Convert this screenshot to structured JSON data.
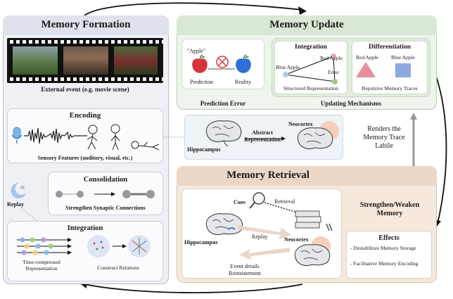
{
  "formation": {
    "title": "Memory Formation",
    "event_caption": "External event (e.g. movie scene)",
    "encoding": {
      "title": "Encoding",
      "caption": "Sensory Features (auditory, visual, etc.)"
    },
    "consolidation": {
      "title": "Consolidation",
      "caption": "Strengthen Synaptic Connections",
      "side_label": "Replay"
    },
    "integration": {
      "title": "Integration",
      "left_caption": "Time-compressed Representation",
      "right_caption": "Construct Relations"
    }
  },
  "update": {
    "title": "Memory Update",
    "prediction": {
      "apple_label": "\"Apple\"",
      "prediction": "Prediction",
      "reality": "Reality",
      "caption": "Prediction Error"
    },
    "integration": {
      "title": "Integration",
      "red_apple": "Red Apple",
      "blue_apple": "Blue Apple",
      "error": "Error",
      "structured": "Structured Representation"
    },
    "differentiation": {
      "title": "Differentiation",
      "red_apple": "Red Apple",
      "blue_apple": "Blue Apple",
      "caption": "Repulsive Memory Traces"
    },
    "mechanisms_caption": "Updating Mechanisms",
    "hippocampus": "Hippocampus",
    "abstract": "Abstract Representation",
    "neocortex": "Neocortex",
    "side_note": "Renders the Memory Trace Labile"
  },
  "retrieval": {
    "title": "Memory Retrieval",
    "cues": "Cues",
    "retrieval": "Retrieval",
    "replay": "Replay",
    "hippocampus": "Hippocampus",
    "neocortex": "Neocortex",
    "reinstatement": "Event details Reinstatement",
    "strengthen": "Strengthen/Weaken Memory",
    "effects": {
      "title": "Effects",
      "items": [
        "Destabilizes Memory Storage",
        "Facilitative Memory Encoding"
      ]
    }
  },
  "colors": {
    "formation_bg": "#eef0f6",
    "update_bg": "#eef5ec",
    "retrieval_bg": "#f6e8dc",
    "apple_red": "#d9333a",
    "apple_blue": "#2f6fd6"
  }
}
